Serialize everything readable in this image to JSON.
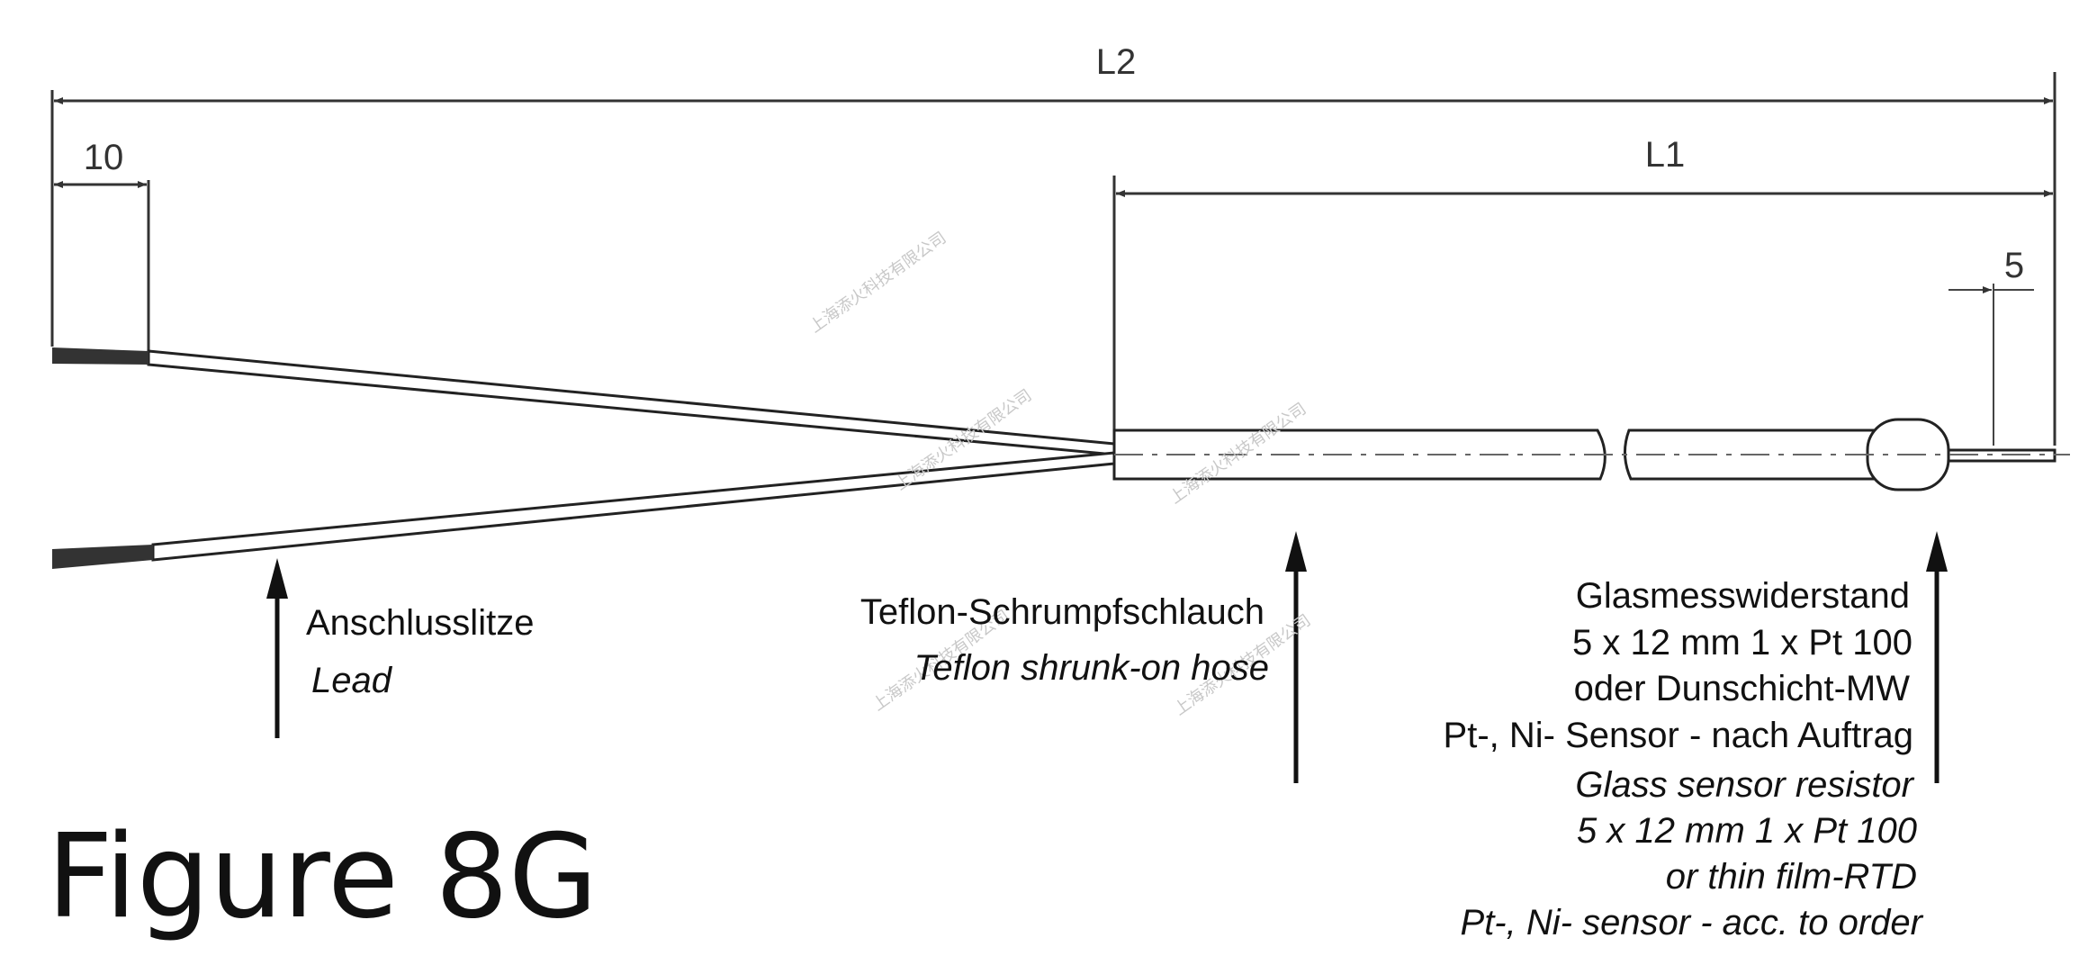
{
  "dimensions": {
    "overall_length": "L2",
    "sensor_length": "L1",
    "strip_length": "10",
    "tip_length": "5"
  },
  "labels": {
    "lead": {
      "de": "Anschlusslitze",
      "en": "Lead"
    },
    "hose": {
      "de": "Teflon-Schrumpfschlauch",
      "en": "Teflon shrunk-on hose"
    },
    "sensor": {
      "de": [
        "Glasmesswiderstand",
        "5 x 12 mm 1 x Pt 100",
        "oder Dunschicht-MW",
        "Pt-, Ni- Sensor - nach Auftrag"
      ],
      "en": [
        "Glass sensor resistor",
        "5 x 12 mm 1 x Pt 100",
        "or thin film-RTD",
        "Pt-, Ni- sensor - acc. to order"
      ]
    }
  },
  "figure_label": "Figure 8G",
  "watermark": "上海添火科技有限公司",
  "colors": {
    "line": "#333333",
    "text": "#111111",
    "watermark": "#c8c8c8"
  }
}
